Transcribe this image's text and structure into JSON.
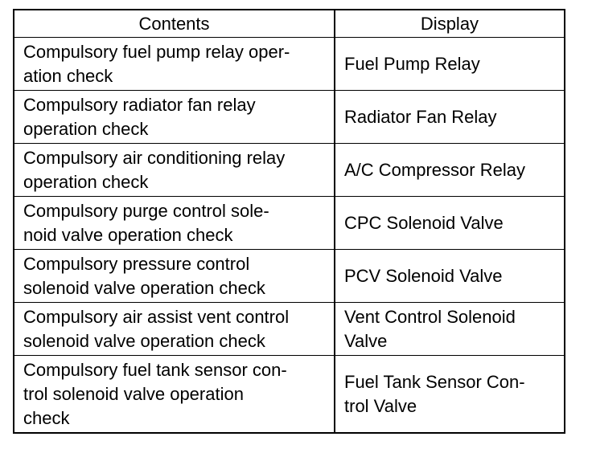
{
  "table": {
    "headers": {
      "contents": "Contents",
      "display": "Display"
    },
    "rows": [
      {
        "contents": "Compulsory fuel pump relay oper-\nation check",
        "display": "Fuel Pump Relay"
      },
      {
        "contents": "Compulsory radiator fan relay\noperation check",
        "display": "Radiator Fan Relay"
      },
      {
        "contents": "Compulsory air conditioning relay\noperation check",
        "display": "A/C Compressor Relay"
      },
      {
        "contents": "Compulsory purge control sole-\nnoid valve operation check",
        "display": "CPC Solenoid Valve"
      },
      {
        "contents": "Compulsory pressure control\nsolenoid valve operation check",
        "display": "PCV Solenoid Valve"
      },
      {
        "contents": "Compulsory air assist vent control\nsolenoid valve operation check",
        "display": "Vent Control Solenoid\nValve"
      },
      {
        "contents": "Compulsory fuel tank sensor con-\ntrol solenoid valve operation\ncheck",
        "display": "Fuel Tank Sensor Con-\ntrol Valve"
      }
    ]
  }
}
